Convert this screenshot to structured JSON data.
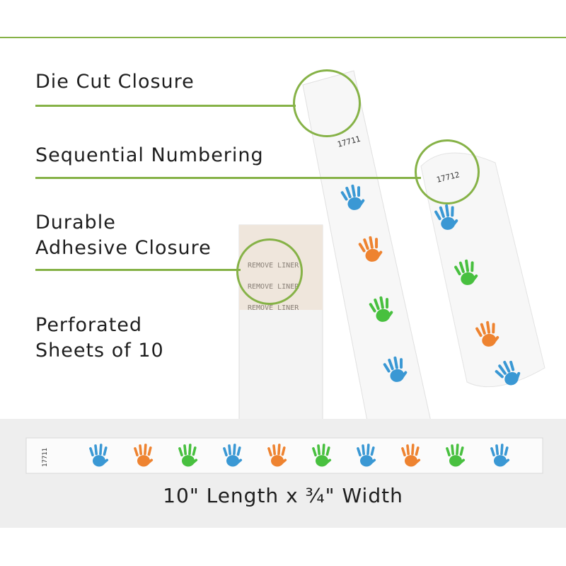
{
  "features": [
    {
      "id": "die-cut",
      "lines": [
        "Die Cut Closure"
      ]
    },
    {
      "id": "sequential",
      "lines": [
        "Sequential Numbering"
      ]
    },
    {
      "id": "adhesive",
      "lines": [
        "Durable",
        "Adhesive Closure"
      ]
    },
    {
      "id": "perforated",
      "lines": [
        "Perforated",
        "Sheets of 10"
      ]
    }
  ],
  "wristband": {
    "serial_strip": "17711",
    "serial_loop": "17712",
    "liner_text": "REMOVE LINER",
    "handprint_colors": [
      "#3a98d4",
      "#ee8330",
      "#48c03f"
    ]
  },
  "dimension_caption": "10\" Length x ¾\" Width",
  "accent_color": "#86b247"
}
